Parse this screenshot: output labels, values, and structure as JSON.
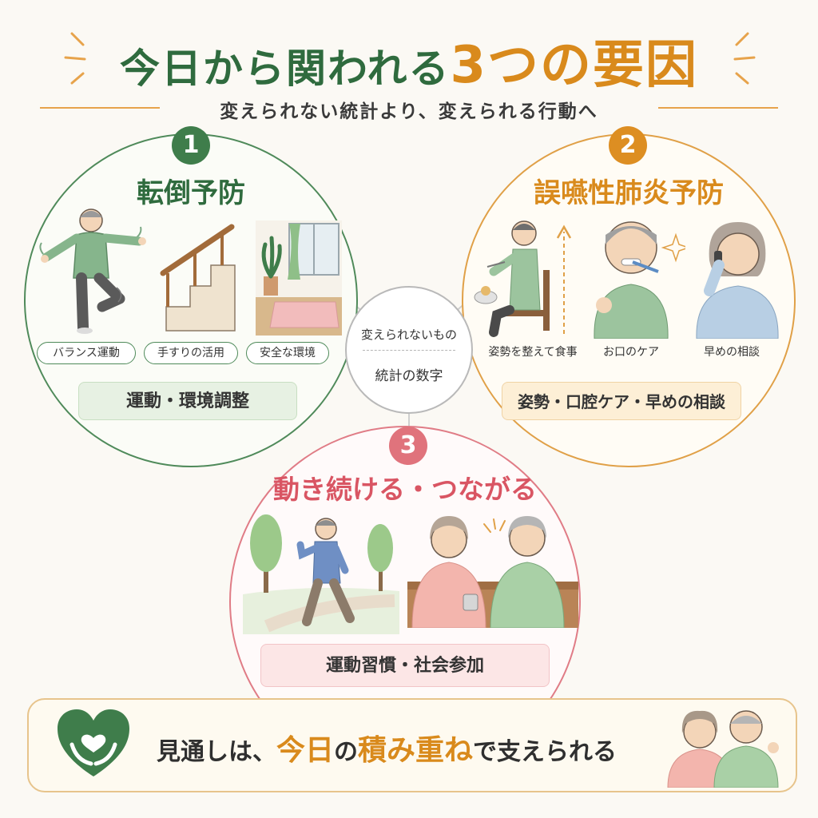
{
  "header": {
    "title_main": "今日から関われる",
    "title_highlight": "3つの要因",
    "subtitle": "変えられない統計より、変えられる行動へ"
  },
  "center": {
    "top_label": "変えられないもの",
    "bottom_label": "統計の数字"
  },
  "cards": {
    "fall": {
      "number": "1",
      "title": "転倒予防",
      "tags": [
        "バランス運動",
        "手すりの活用",
        "安全な環境"
      ],
      "summary": "運動・環境調整"
    },
    "aspiration": {
      "number": "2",
      "title": "誤嚥性肺炎予防",
      "captions": [
        "姿勢を整えて食事",
        "お口のケア",
        "早めの相談"
      ],
      "summary": "姿勢・口腔ケア・早めの相談"
    },
    "activity": {
      "number": "3",
      "title": "動き続ける・つながる",
      "summary": "運動習慣・社会参加"
    }
  },
  "banner": {
    "text_before": "見通しは、",
    "text_em1": "今日",
    "text_mid1": "の",
    "text_em2": "積み重ね",
    "text_after": "で支えられる"
  },
  "colors": {
    "green": "#2f6b3e",
    "orange": "#d98a1c",
    "red": "#e0737c"
  }
}
